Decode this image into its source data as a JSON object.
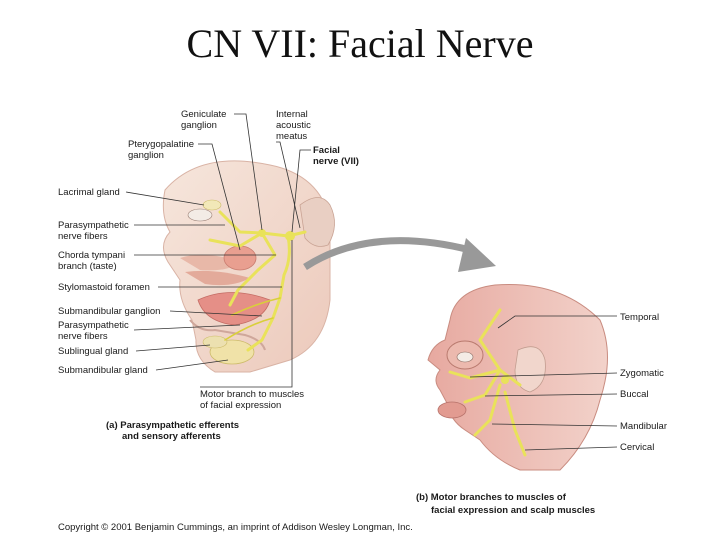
{
  "title": "CN VII: Facial Nerve",
  "left_labels": {
    "geniculate_ganglion": [
      "Geniculate",
      "ganglion"
    ],
    "internal_acoustic_meatus": [
      "Internal",
      "acoustic",
      "meatus"
    ],
    "pterygopalatine_ganglion": [
      "Pterygopalatine",
      "ganglion"
    ],
    "facial_nerve": [
      "Facial",
      "nerve (VII)"
    ],
    "lacrimal_gland": "Lacrimal gland",
    "parasympathetic_nerve_fibers_1": [
      "Parasympathetic",
      "nerve fibers"
    ],
    "chorda_tympani": [
      "Chorda tympani",
      "branch (taste)"
    ],
    "stylomastoid_foramen": "Stylomastoid foramen",
    "submandibular_ganglion": "Submandibular ganglion",
    "parasympathetic_nerve_fibers_2": [
      "Parasympathetic",
      "nerve fibers"
    ],
    "sublingual_gland": "Sublingual gland",
    "submandibular_gland": "Submandibular gland",
    "motor_branch": [
      "Motor branch to muscles",
      "of facial expression"
    ]
  },
  "caption_a": [
    "(a) Parasympathetic efferents",
    "and sensory afferents"
  ],
  "right_labels": {
    "temporal": "Temporal",
    "zygomatic": "Zygomatic",
    "buccal": "Buccal",
    "mandibular": "Mandibular",
    "cervical": "Cervical"
  },
  "caption_b": [
    "(b) Motor branches to muscles of",
    "facial expression and scalp muscles"
  ],
  "copyright": "Copyright © 2001 Benjamin Cummings, an imprint of Addison Wesley Longman, Inc."
}
